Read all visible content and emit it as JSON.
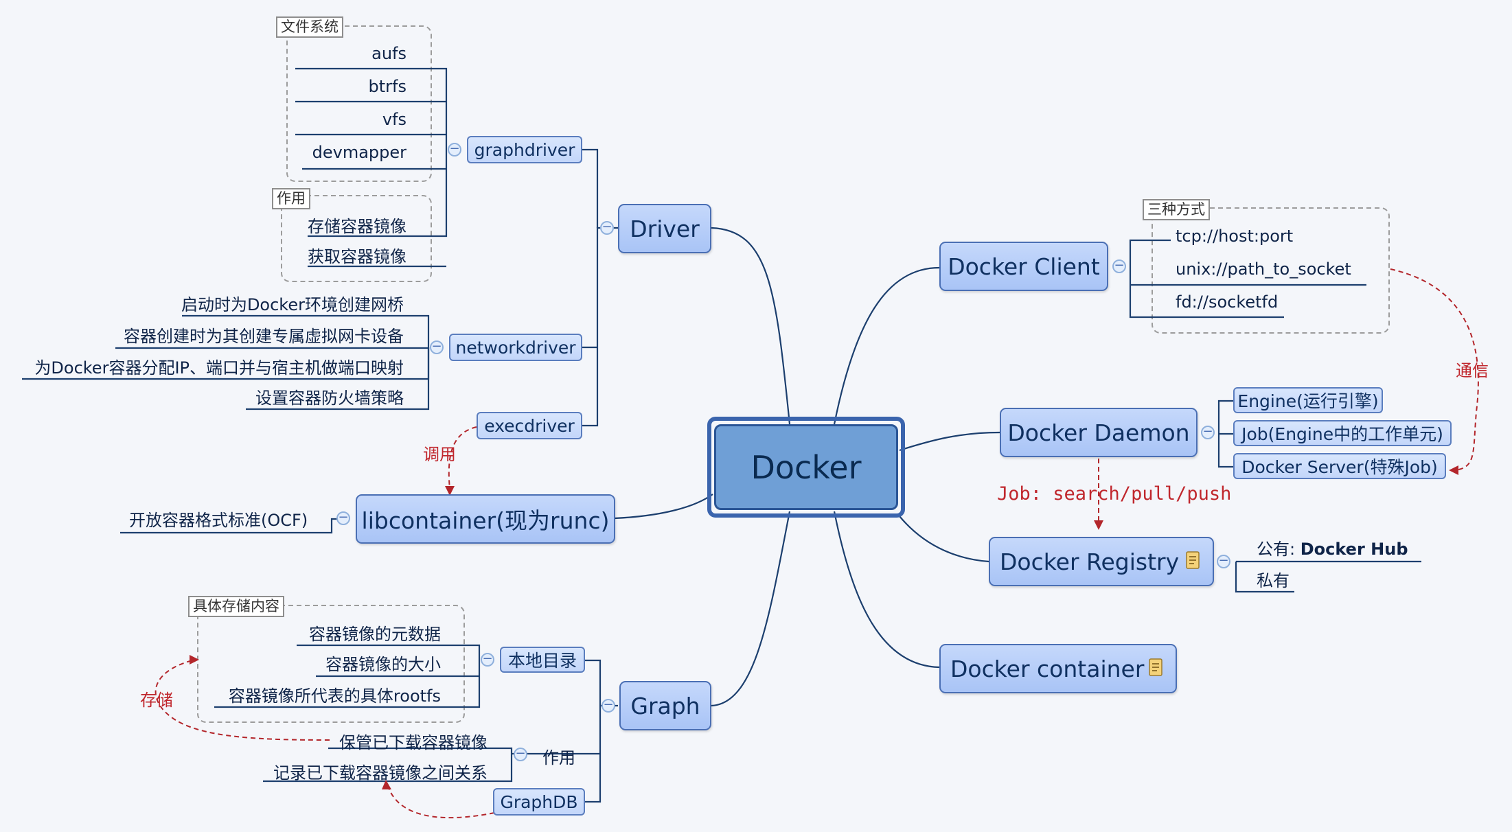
{
  "center": "Docker",
  "driver": {
    "title": "Driver",
    "graphdriver": {
      "label": "graphdriver",
      "fs_tag": "文件系统",
      "fs_items": [
        "aufs",
        "btrfs",
        "vfs",
        "devmapper"
      ],
      "role_tag": "作用",
      "roles": [
        "存储容器镜像",
        "获取容器镜像"
      ]
    },
    "networkdriver": {
      "label": "networkdriver",
      "items": [
        "启动时为Docker环境创建网桥",
        "容器创建时为其创建专属虚拟网卡设备",
        "为Docker容器分配IP、端口并与宿主机做端口映射",
        "设置容器防火墙策略"
      ]
    },
    "execdriver": "execdriver",
    "call_label": "调用"
  },
  "libcontainer": {
    "title": "libcontainer(现为runc)",
    "item": "开放容器格式标准(OCF)"
  },
  "graph": {
    "title": "Graph",
    "local": {
      "label": "本地目录",
      "tag": "具体存储内容",
      "items": [
        "容器镜像的元数据",
        "容器镜像的大小",
        "容器镜像所代表的具体rootfs"
      ]
    },
    "role": {
      "label": "作用",
      "items": [
        "保管已下载容器镜像",
        "记录已下载容器镜像之间关系"
      ]
    },
    "graphdb": "GraphDB",
    "store_label": "存储"
  },
  "client": {
    "title": "Docker Client",
    "tag": "三种方式",
    "items": [
      "tcp://host:port",
      "unix://path_to_socket",
      "fd://socketfd"
    ],
    "comm_label": "通信"
  },
  "daemon": {
    "title": "Docker Daemon",
    "items": [
      "Engine(运行引擎)",
      "Job(Engine中的工作单元)",
      "Docker Server(特殊Job)"
    ],
    "job_label": "Job: search/pull/push"
  },
  "registry": {
    "title": "Docker Registry",
    "public_prefix": "公有: ",
    "public_name": "Docker Hub",
    "private": "私有"
  },
  "container": {
    "title": "Docker container"
  },
  "colors": {
    "node_fill": "#b7cdf8",
    "center_fill": "#6f9fd6",
    "line": "#1c3f6e",
    "accent_red": "#c0272d"
  },
  "icons": [
    "collapse-icon",
    "note-icon"
  ]
}
